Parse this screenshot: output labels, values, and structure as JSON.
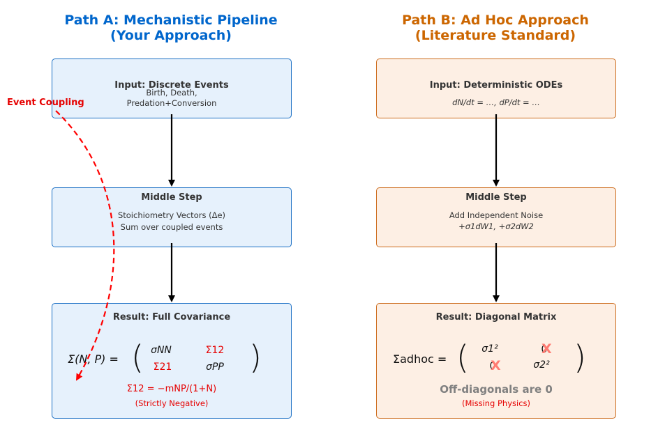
{
  "path_a": {
    "title_line1": "Path A: Mechanistic Pipeline",
    "title_line2": "(Your Approach)",
    "input": {
      "heading": "Input: Discrete Events",
      "line1": "Birth, Death,",
      "line2": "Predation+Conversion"
    },
    "middle": {
      "heading": "Middle Step",
      "line1": "Stoichiometry Vectors (Δe)",
      "line2": "Sum over coupled events"
    },
    "result": {
      "heading": "Result: Full Covariance",
      "lhs": "Σ(N, P) =",
      "m11": "σNN",
      "m12": "Σ12",
      "m21": "Σ21",
      "m22": "σPP",
      "formula": "Σ12 = −mNP/(1+N)",
      "note": "(Strictly Negative)"
    },
    "coupling_label": "Event Coupling"
  },
  "path_b": {
    "title_line1": "Path B: Ad Hoc Approach",
    "title_line2": "(Literature Standard)",
    "input": {
      "heading": "Input: Deterministic ODEs",
      "line1": "dN/dt = …, dP/dt = …"
    },
    "middle": {
      "heading": "Middle Step",
      "line1": "Add Independent Noise",
      "line2": "+σ1dW1, +σ2dW2"
    },
    "result": {
      "heading": "Result: Diagonal Matrix",
      "lhs": "Σadhoc =",
      "m11": "σ1²",
      "m12": "0",
      "m21": "0",
      "m22": "σ2²",
      "cross": "X",
      "summary": "Off-diagonals are 0",
      "note": "(Missing Physics)"
    }
  },
  "colors": {
    "path_a": "#0066cc",
    "path_b": "#cc6600",
    "highlight": "#e60000",
    "muted": "#808080"
  }
}
